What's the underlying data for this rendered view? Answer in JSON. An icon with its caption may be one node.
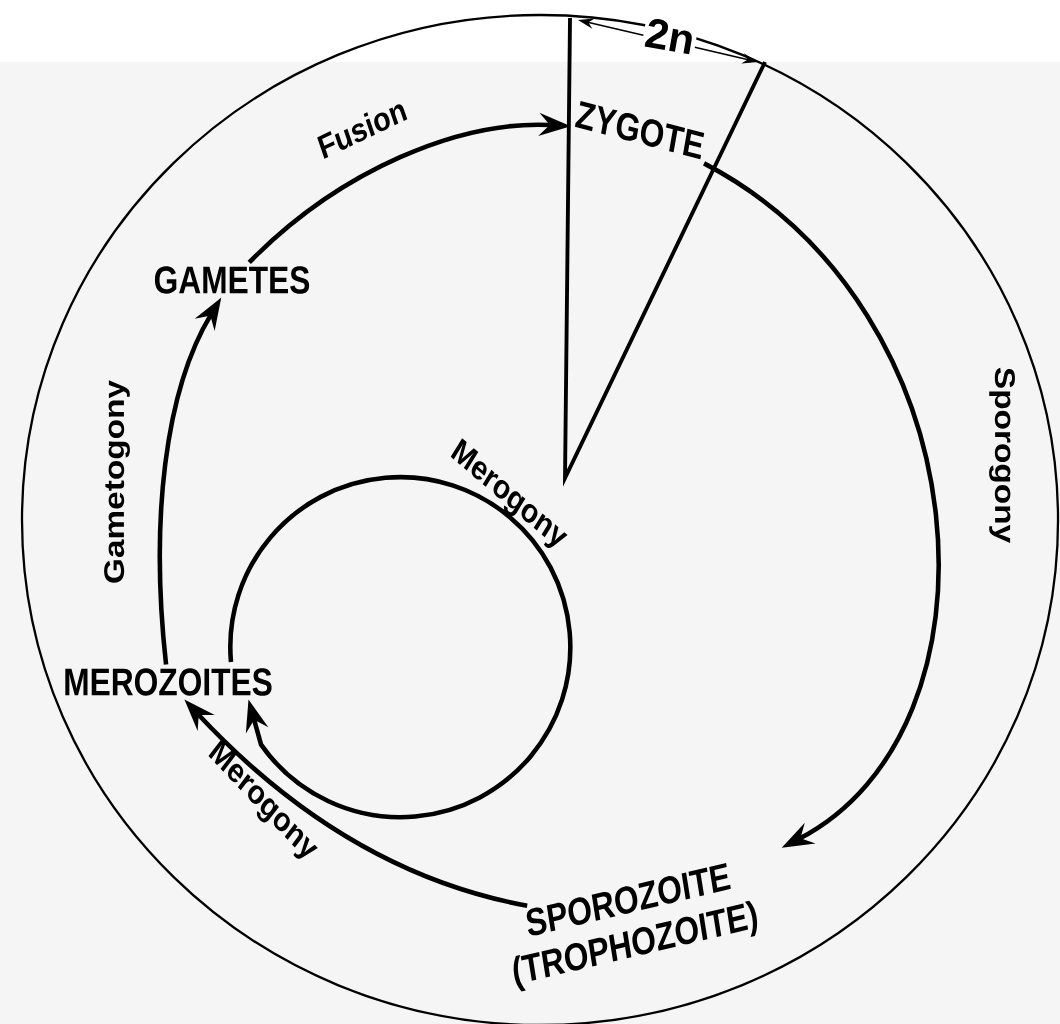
{
  "diagram": {
    "nodes": [
      {
        "text": [
          "ZYGOTE"
        ]
      },
      {
        "text": [
          "SPOROZOITE (TROPHOZOITE)"
        ]
      },
      {
        "text": [
          "MEROZOITES"
        ]
      },
      {
        "text": [
          "GAMETES"
        ]
      }
    ],
    "edges": [
      {
        "from": 3,
        "to": 0,
        "arrow": "to",
        "label": "Fusion"
      },
      {
        "from": 0,
        "to": 1,
        "arrow": "to",
        "label": "Sporogony"
      },
      {
        "from": 1,
        "to": 2,
        "arrow": "to",
        "label": "Merogony"
      },
      {
        "from": 2,
        "to": 2,
        "arrow": "to",
        "label": "Merogony"
      },
      {
        "from": 2,
        "to": 3,
        "arrow": "to",
        "label": "Gametogony"
      }
    ],
    "labels": [
      "2n"
    ]
  }
}
